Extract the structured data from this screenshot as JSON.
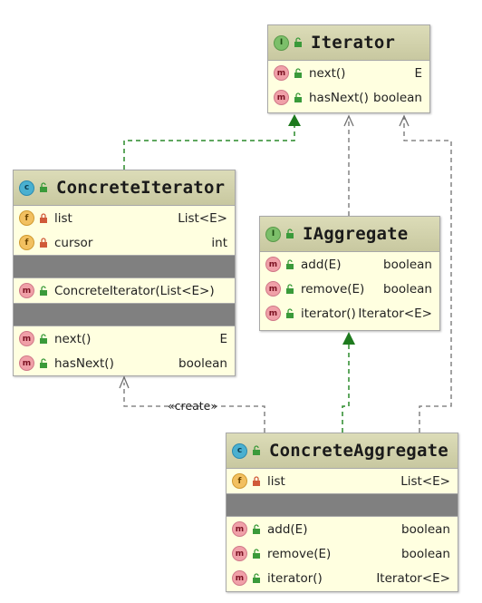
{
  "colors": {
    "header": "#c8c8a0",
    "body": "#ffffe0",
    "separator": "#808080",
    "realization_arrow": "#2a8a2a",
    "dependency_arrow": "#707070"
  },
  "classes": {
    "iterator": {
      "name": "Iterator",
      "kind": "interface",
      "badge": "I",
      "methods": [
        {
          "name": "next()",
          "type": "E"
        },
        {
          "name": "hasNext()",
          "type": "boolean"
        }
      ]
    },
    "concrete_iterator": {
      "name": "ConcreteIterator",
      "kind": "class",
      "badge": "c",
      "fields": [
        {
          "name": "list",
          "type": "List<E>"
        },
        {
          "name": "cursor",
          "type": "int"
        }
      ],
      "constructors": [
        {
          "name": "ConcreteIterator(List<E>)",
          "type": ""
        }
      ],
      "methods": [
        {
          "name": "next()",
          "type": "E"
        },
        {
          "name": "hasNext()",
          "type": "boolean"
        }
      ]
    },
    "iaggregate": {
      "name": "IAggregate",
      "kind": "interface",
      "badge": "I",
      "methods": [
        {
          "name": "add(E)",
          "type": "boolean"
        },
        {
          "name": "remove(E)",
          "type": "boolean"
        },
        {
          "name": "iterator()",
          "type": "Iterator<E>"
        }
      ]
    },
    "concrete_aggregate": {
      "name": "ConcreteAggregate",
      "kind": "class",
      "badge": "c",
      "fields": [
        {
          "name": "list",
          "type": "List<E>"
        }
      ],
      "methods": [
        {
          "name": "add(E)",
          "type": "boolean"
        },
        {
          "name": "remove(E)",
          "type": "boolean"
        },
        {
          "name": "iterator()",
          "type": "Iterator<E>"
        }
      ]
    }
  },
  "badges": {
    "method": "m",
    "field": "f"
  },
  "relations": {
    "create_label": "«create»"
  }
}
